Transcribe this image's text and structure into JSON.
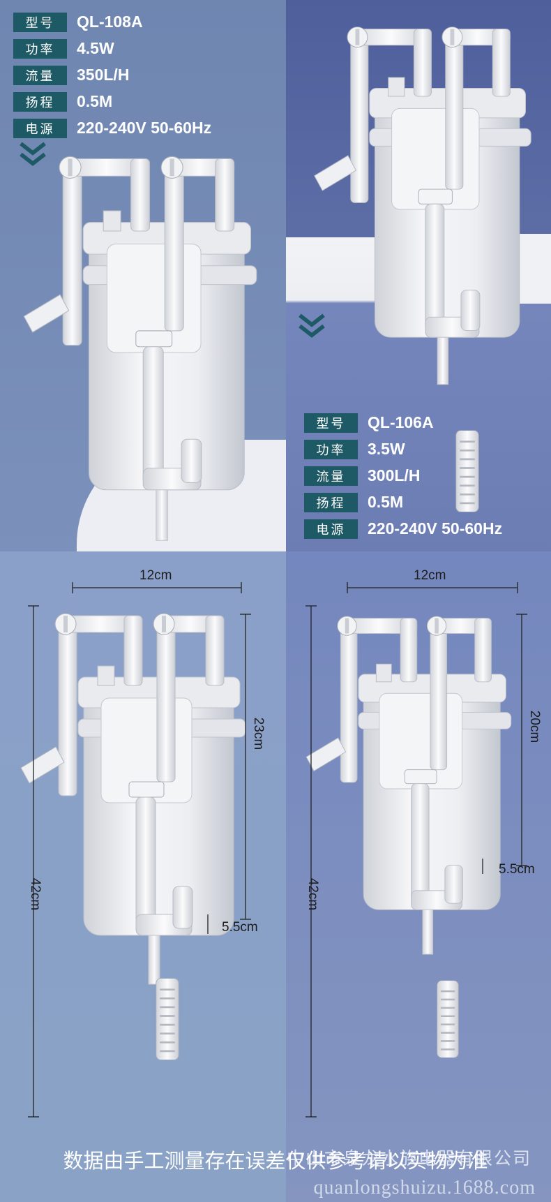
{
  "product_a": {
    "specs": [
      {
        "label": "型号",
        "value": "QL-108A"
      },
      {
        "label": "功率",
        "value": "4.5W"
      },
      {
        "label": "流量",
        "value": "350L/H"
      },
      {
        "label": "扬程",
        "value": "0.5M"
      },
      {
        "label": "电源",
        "value": "220-240V  50-60Hz"
      }
    ],
    "dimensions": {
      "width": "12cm",
      "height_body": "23cm",
      "depth": "5.5cm",
      "height_total": "42cm"
    }
  },
  "product_b": {
    "specs": [
      {
        "label": "型号",
        "value": "QL-106A"
      },
      {
        "label": "功率",
        "value": "3.5W"
      },
      {
        "label": "流量",
        "value": "300L/H"
      },
      {
        "label": "扬程",
        "value": "0.5M"
      },
      {
        "label": "电源",
        "value": "220-240V  50-60Hz"
      }
    ],
    "dimensions": {
      "width": "12cm",
      "height_body": "20cm",
      "depth": "5.5cm",
      "height_total": "42cm"
    }
  },
  "footer": {
    "disclaimer": "数据由手工测量存在误差仅供参考请以实物为准",
    "watermark_cn": "中山市泉龙水族电器有限公司",
    "watermark_url": "quanlongshuizu.1688.com"
  },
  "colors": {
    "label_bg": "#1e5a66",
    "chevron": "#1e5a66"
  }
}
